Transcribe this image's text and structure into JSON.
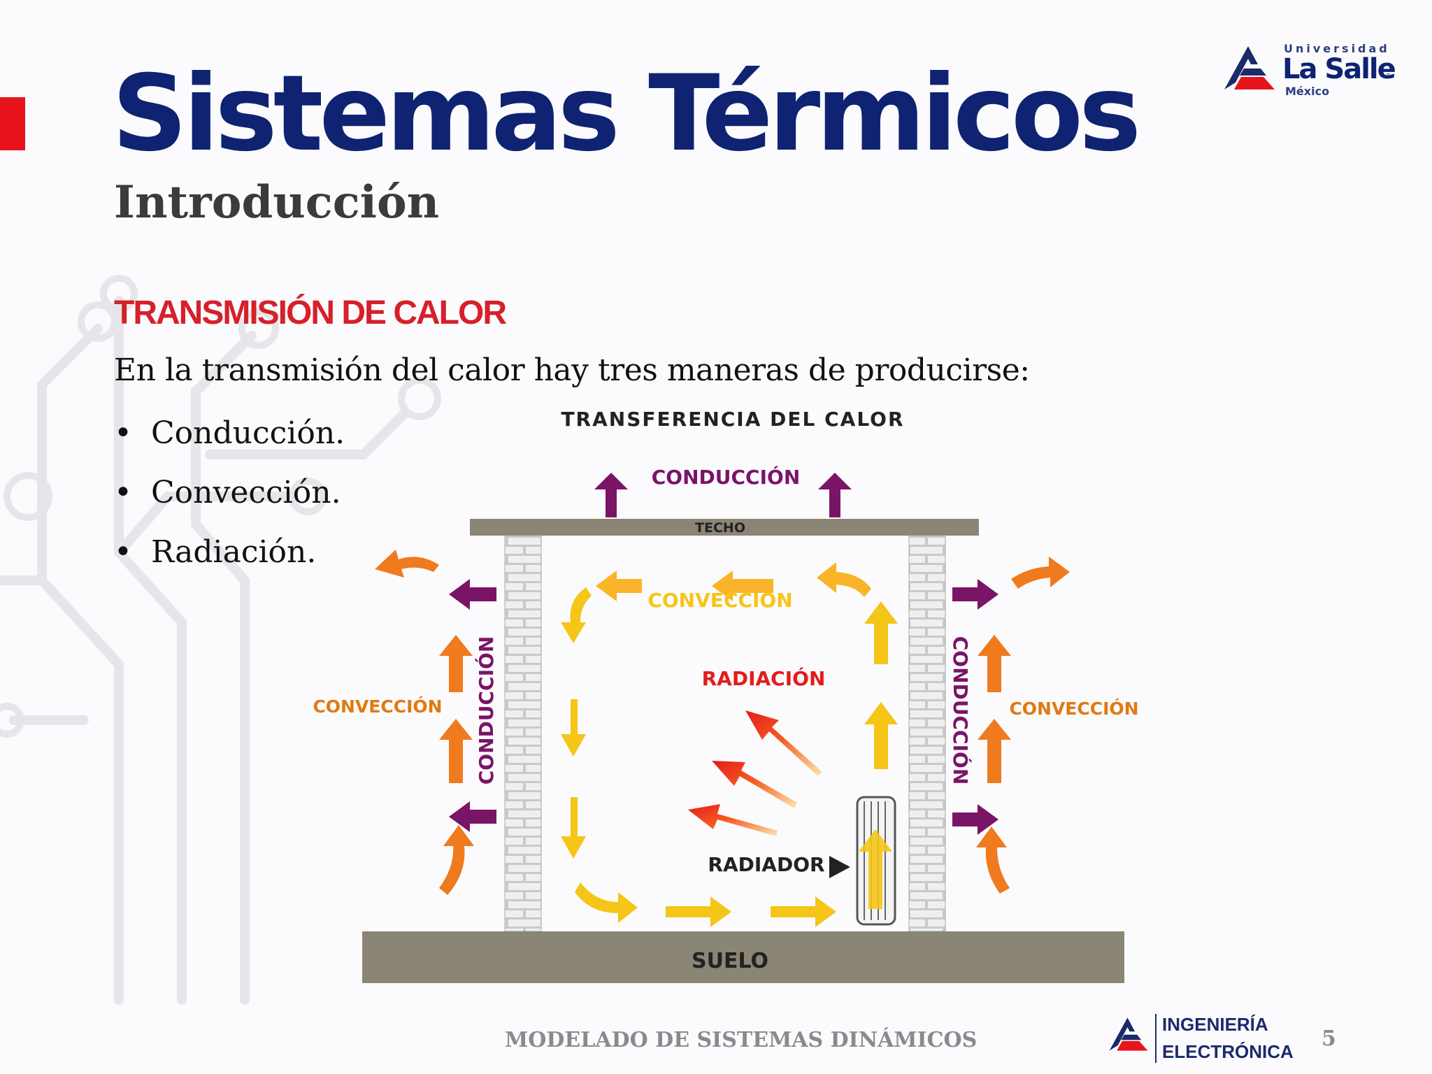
{
  "slide": {
    "title": "Sistemas Térmicos",
    "subtitle": "Introducción",
    "section_heading": "TRANSMISIÓN DE CALOR",
    "intro": "En la transmisión del calor hay tres maneras de producirse:",
    "bullets": [
      "Conducción.",
      "Convección.",
      "Radiación."
    ]
  },
  "diagram": {
    "title": "TRANSFERENCIA DEL CALOR",
    "conduction_top": "CONDUCCIÓN",
    "roof": "TECHO",
    "convection_inner": "CONVECCIÓN",
    "radiation": "RADIACIÓN",
    "convection_left": "CONVECCIÓN",
    "convection_right": "CONVECCIÓN",
    "conduction_left": "CONDUCCIÓN",
    "conduction_right": "CONDUCCIÓN",
    "radiator": "RADIADOR",
    "floor": "SUELO"
  },
  "logo": {
    "top": "Universidad",
    "name": "La Salle",
    "reg": "®",
    "bottom": "México"
  },
  "footer": {
    "course": "MODELADO DE SISTEMAS DINÁMICOS",
    "dept_line1": "INGENIERÍA",
    "dept_line2": "ELECTRÓNICA",
    "page": "5"
  },
  "colors": {
    "title_blue": "#0f2372",
    "accent_red": "#e8141b",
    "section_red": "#d6202a",
    "conduction_purple": "#7a1467",
    "convection_orange": "#e07a12",
    "radiation_red": "#e51b1b",
    "convection_yellow": "#f5c518"
  }
}
